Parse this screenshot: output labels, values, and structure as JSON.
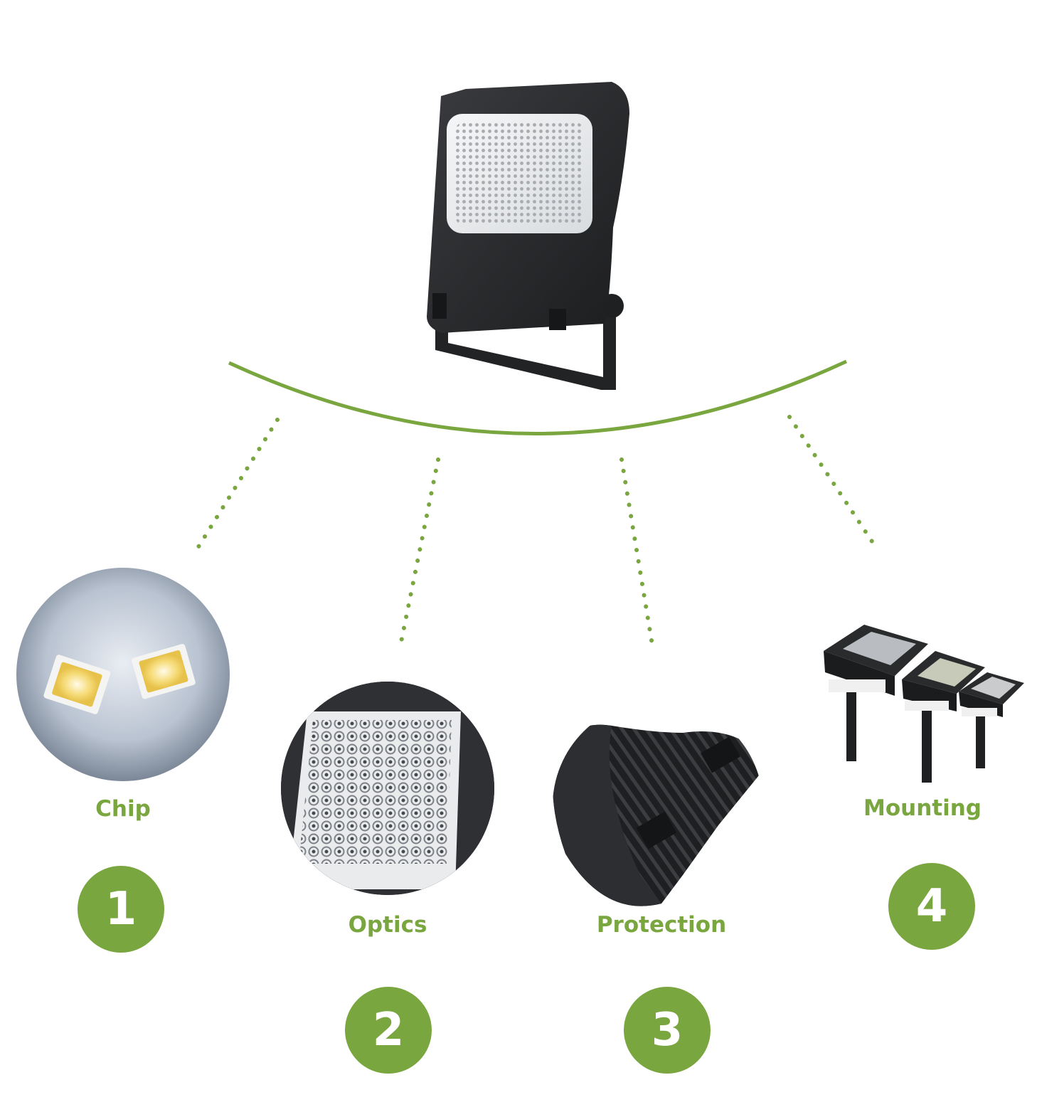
{
  "colors": {
    "accent": "#7aa63f",
    "housing": "#2b2c2e",
    "label": "#7aa63f",
    "badge_text": "#ffffff"
  },
  "product": {
    "icon": "led-floodlight-icon"
  },
  "features": [
    {
      "number": "1",
      "label": "Chip",
      "icon": "led-chip-icon"
    },
    {
      "number": "2",
      "label": "Optics",
      "icon": "lens-array-icon"
    },
    {
      "number": "3",
      "label": "Protection",
      "icon": "heat-sink-icon"
    },
    {
      "number": "4",
      "label": "Mounting",
      "icon": "pole-mount-icon"
    }
  ]
}
